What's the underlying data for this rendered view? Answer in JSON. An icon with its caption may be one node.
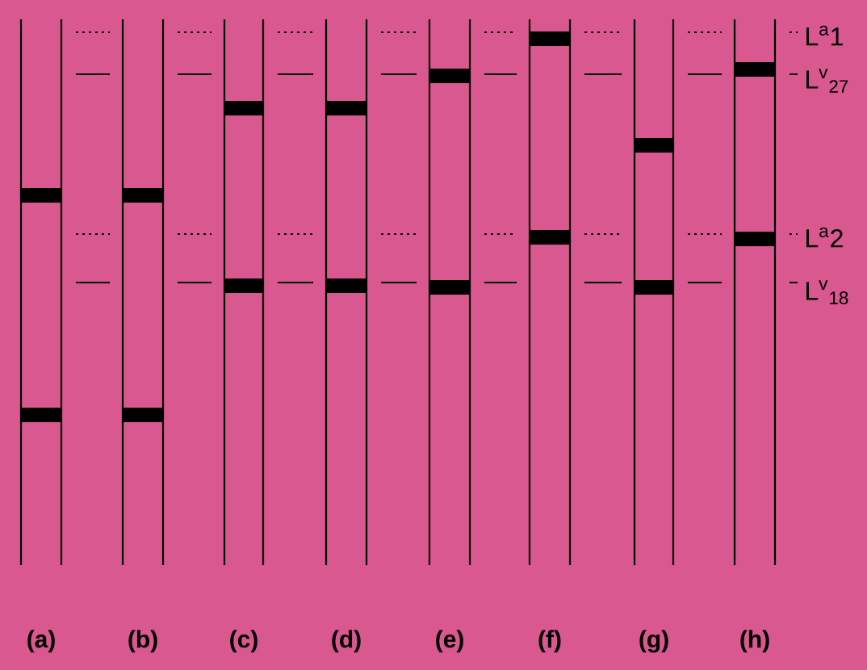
{
  "diagram": {
    "nodes": [
      {
        "text": [
          "(a)"
        ]
      },
      {
        "text": [
          "(b)"
        ]
      },
      {
        "text": [
          "(c)"
        ]
      },
      {
        "text": [
          "(d)"
        ]
      },
      {
        "text": [
          "(e)"
        ]
      },
      {
        "text": [
          "(f)"
        ]
      },
      {
        "text": [
          "(g)"
        ]
      },
      {
        "text": [
          "(h)"
        ]
      }
    ],
    "labels": [
      "L$^{a}$1",
      "L$^{v}$$_{27}$",
      "L$^{a}$2",
      "L$^{v}$$_{18}$"
    ]
  }
}
